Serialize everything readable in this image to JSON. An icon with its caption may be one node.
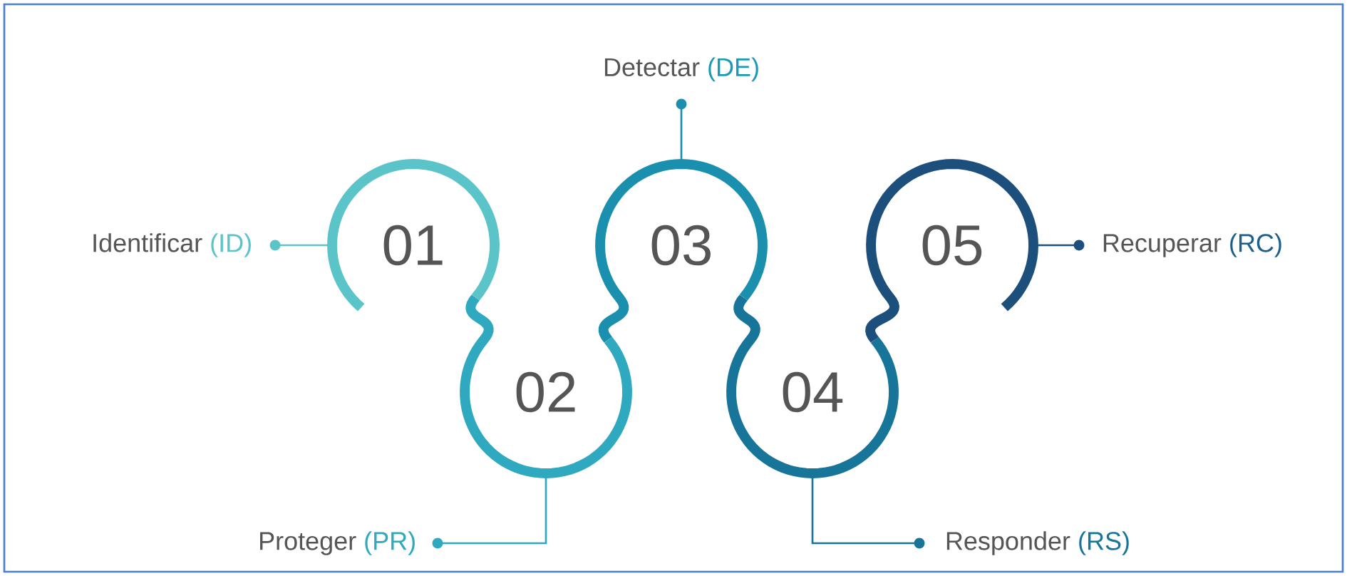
{
  "diagram": {
    "nodes": [
      {
        "text": [
          "Identificar",
          "(ID)"
        ]
      },
      {
        "text": [
          "01"
        ]
      },
      {
        "text": [
          "02"
        ]
      },
      {
        "text": [
          "Proteger",
          "(PR)"
        ]
      },
      {
        "text": [
          "Detectar",
          "(DE)"
        ]
      },
      {
        "text": [
          "03"
        ]
      },
      {
        "text": [
          "04"
        ]
      },
      {
        "text": [
          "Responder",
          "(RS)"
        ]
      },
      {
        "text": [
          "05"
        ]
      },
      {
        "text": [
          "Recuperar",
          "(RC)"
        ]
      }
    ],
    "edges": [
      {
        "from": 0,
        "to": 1,
        "arrow": "other",
        "color": "#5bc4c9"
      },
      {
        "from": 3,
        "to": 2,
        "arrow": "other",
        "color": "#2fa9bf"
      },
      {
        "from": 4,
        "to": 5,
        "arrow": "other",
        "color": "#1a8fae"
      },
      {
        "from": 7,
        "to": 6,
        "arrow": "other",
        "color": "#17759a"
      },
      {
        "from": 9,
        "to": 8,
        "arrow": "other",
        "color": "#1d4f7c"
      }
    ]
  }
}
